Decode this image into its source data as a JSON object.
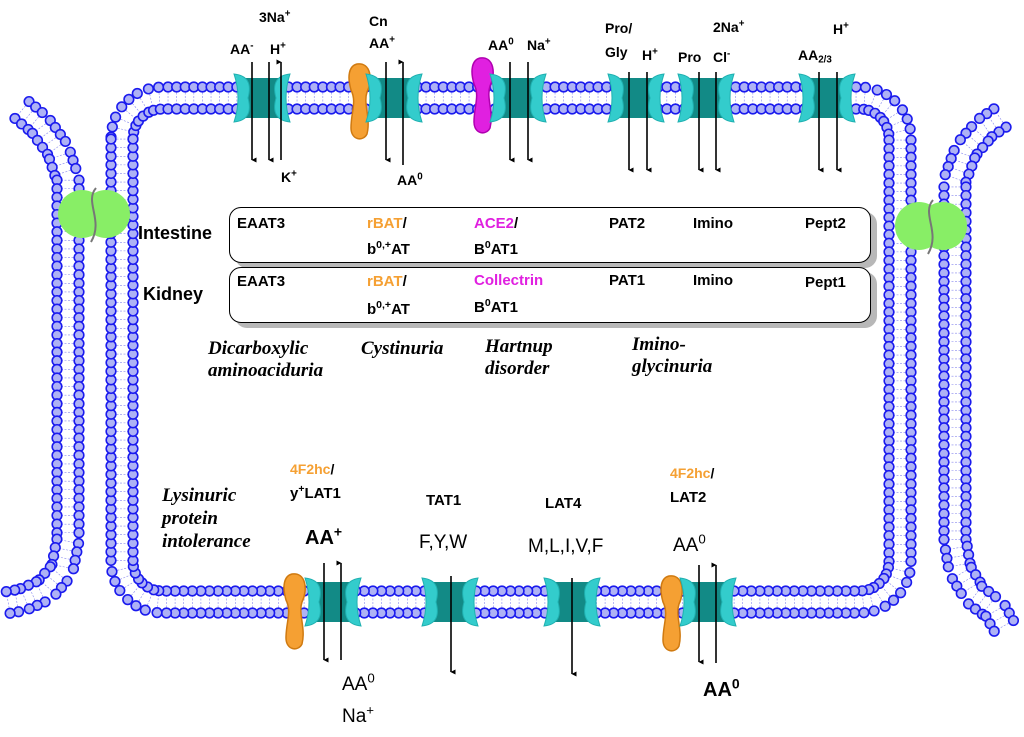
{
  "title": "Amino acid transporters in epithelial cells (intestine and kidney) and associated aminoacidurias",
  "colors": {
    "membrane_head": "#aeb2f5",
    "membrane_stroke": "#1a1aee",
    "transporter_outer": "#33cccc",
    "transporter_inner": "#128a86",
    "rBAT_orange": "#f5a033",
    "ace2_magenta": "#e020e0",
    "tight_junction": "#88ee66"
  },
  "apical_transporters": [
    {
      "id": "eaat3",
      "substrates_in": [
        "AA",
        "3Na",
        "H"
      ],
      "label_top1": "3Na",
      "label_top1_sup": "+",
      "label_a": "AA",
      "label_a_sup": "-",
      "label_b": "H",
      "label_b_sup": "+",
      "label_out": "K",
      "label_out_sup": "+",
      "arrows": [
        "down",
        "down",
        "up"
      ]
    },
    {
      "id": "rbat",
      "label_top1": "Cn",
      "label_a": "AA",
      "label_a_sup": "+",
      "label_out": "AA",
      "label_out_sup": "0",
      "arrows": [
        "down",
        "up"
      ]
    },
    {
      "id": "b0at1",
      "label_a": "AA",
      "label_a_sup": "0",
      "label_b": "Na",
      "label_b_sup": "+",
      "arrows": [
        "down",
        "down"
      ]
    },
    {
      "id": "pat",
      "label_top1": "Pro/",
      "label_a": "Gly",
      "label_b": "H",
      "label_b_sup": "+",
      "arrows": [
        "down",
        "down"
      ]
    },
    {
      "id": "imino",
      "label_top1": "2Na",
      "label_top1_sup": "+",
      "label_a": "Pro",
      "label_b": "Cl",
      "label_b_sup": "-",
      "arrows": [
        "down",
        "down"
      ]
    },
    {
      "id": "pept",
      "label_top1": "H",
      "label_top1_sup": "+",
      "label_a": "AA",
      "label_a_sub": "2/3",
      "arrows": [
        "down",
        "down"
      ]
    }
  ],
  "tissue_table": {
    "rows": [
      {
        "tissue": "Intestine",
        "cells": [
          {
            "line1": "EAAT3"
          },
          {
            "line1_colored": "rBAT",
            "line1_color": "orange",
            "line1_rest": "/",
            "line2": "b",
            "line2_sup": "0,+",
            "line2_rest": "AT"
          },
          {
            "line1_colored": "ACE2",
            "line1_color": "magenta",
            "line1_rest": "/",
            "line2": "B",
            "line2_sup": "0",
            "line2_rest": "AT1"
          },
          {
            "line1": "PAT2"
          },
          {
            "line1": "Imino"
          },
          {
            "line1": "Pept2"
          }
        ]
      },
      {
        "tissue": "Kidney",
        "cells": [
          {
            "line1": "EAAT3"
          },
          {
            "line1_colored": "rBAT",
            "line1_color": "orange",
            "line1_rest": "/",
            "line2": "b",
            "line2_sup": "0,+",
            "line2_rest": "AT"
          },
          {
            "line1_colored": "Collectrin",
            "line1_color": "magenta",
            "line1_rest": "",
            "line2": "B",
            "line2_sup": "0",
            "line2_rest": "AT1"
          },
          {
            "line1": "PAT1"
          },
          {
            "line1": "Imino"
          },
          {
            "line1": "Pept1"
          }
        ]
      }
    ]
  },
  "diseases_apical": [
    {
      "line1": "Dicarboxylic",
      "line2": "aminoaciduria"
    },
    {
      "line1": "Cystinuria",
      "line2": ""
    },
    {
      "line1": "Hartnup",
      "line2": "disorder"
    },
    {
      "line1": "Imino-",
      "line2": "glycinuria"
    }
  ],
  "disease_basolateral": {
    "line1": "Lysinuric",
    "line2": "protein",
    "line3": "intolerance"
  },
  "basolateral_transporters": [
    {
      "id": "y+lat1",
      "name_colored": "4F2hc",
      "name_rest": "/",
      "name2": "y",
      "name2_sup": "+",
      "name2_rest": "LAT1",
      "substrate_in": "AA",
      "substrate_in_sup": "+",
      "out1": "AA",
      "out1_sup": "0",
      "out2": "Na",
      "out2_sup": "+",
      "arrows": [
        "down",
        "up"
      ]
    },
    {
      "id": "tat1",
      "name": "TAT1",
      "substrate_in": "F,Y,W",
      "arrows": [
        "down"
      ]
    },
    {
      "id": "lat4",
      "name": "LAT4",
      "substrate_in": "M,L,I,V,F",
      "arrows": [
        "down"
      ]
    },
    {
      "id": "lat2",
      "name_colored": "4F2hc",
      "name_rest": "/",
      "name2": "LAT2",
      "substrate_in": "AA",
      "substrate_in_sup": "0",
      "out1": "AA",
      "out1_sup": "0",
      "arrows": [
        "down",
        "up"
      ]
    }
  ]
}
